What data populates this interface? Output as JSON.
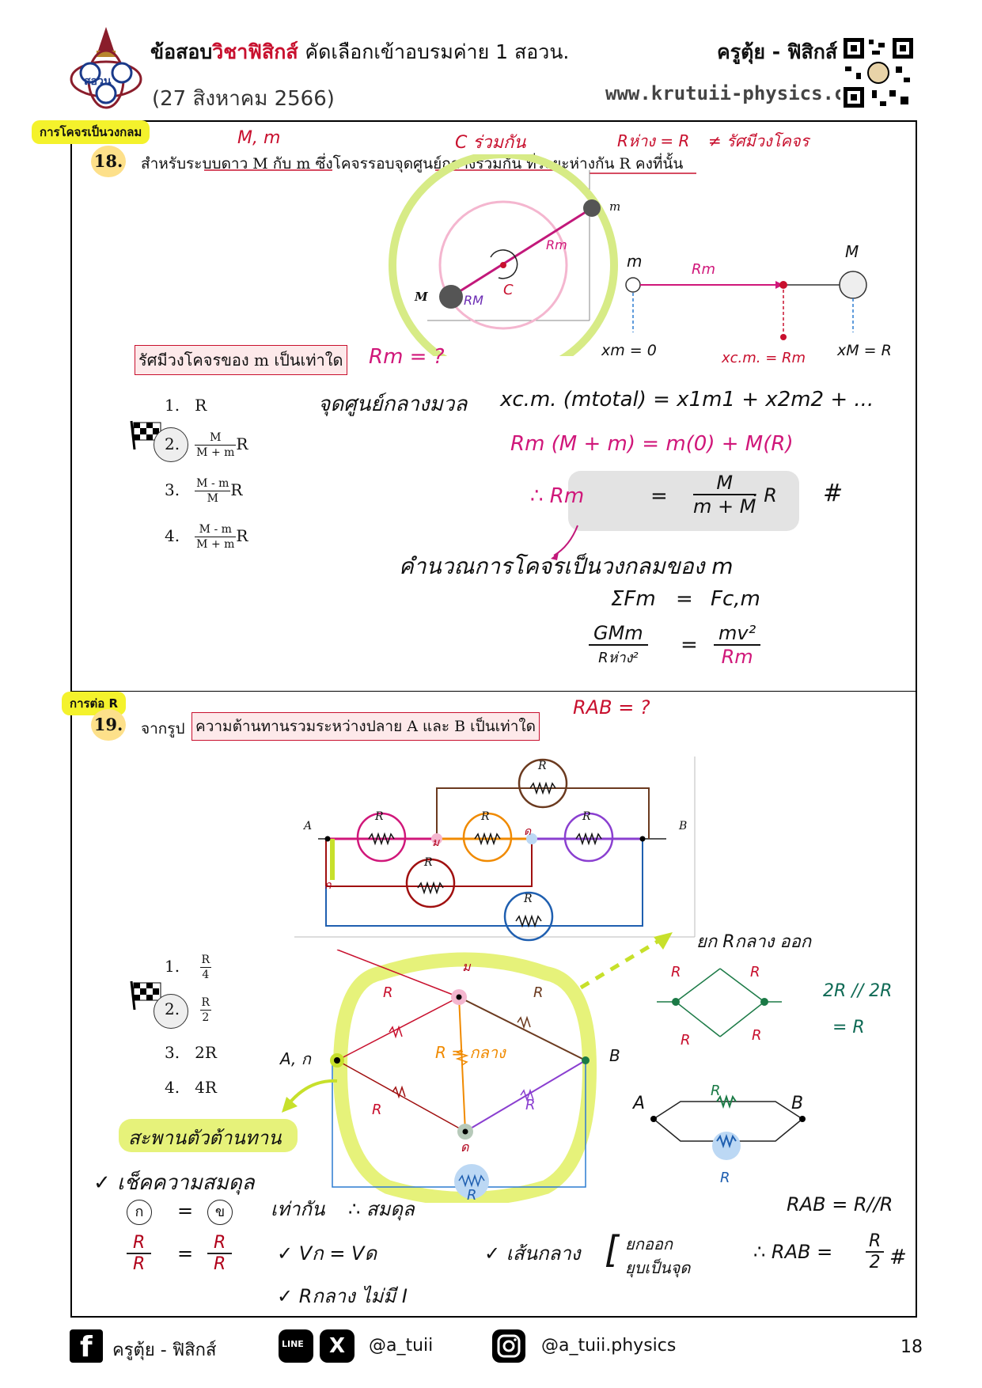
{
  "header": {
    "title_part1": "ข้อสอบ",
    "title_part2": "วิชาฟิสิกส์",
    "title_part3": "คัดเลือกเข้าอบรมค่าย 1 สอวน.",
    "date": "(27 สิงหาคม 2566)",
    "teacher": "ครูตุ้ย - ฟิสิกส์",
    "website": "www.krutuii-physics.com",
    "logo_text": "สอวน"
  },
  "q18": {
    "tag": "การโคจรเป็นวงกลม",
    "number": "18.",
    "text": "สำหรับระบบดาว M กับ m ซึ่งโคจรรอบจุดศูนย์กลางร่วมกัน ที่ระยะห่างกัน R คงที่นั้น",
    "note_mass": "M, m",
    "note_common": "C ร่วมกัน",
    "note_distance": "Rห่าง = R",
    "note_not_radius": "≠ รัศมีวงโคจร",
    "question_box": "รัศมีวงโคจรของ m เป็นเท่าใด",
    "question_note": "Rm = ?",
    "fig_labels": {
      "small_mass": "m",
      "big_mass": "M",
      "center": "C",
      "rm": "Rm",
      "rM": "RM"
    },
    "axis_labels": {
      "m_top": "m",
      "M_top": "M",
      "rm_mid": "Rm",
      "xm": "xm = 0",
      "xcm": "xc.m. = Rm",
      "xM": "xM = R"
    },
    "options": [
      {
        "num": "1.",
        "text": "R"
      },
      {
        "num": "2.",
        "frac_num": "M",
        "frac_den": "M + m",
        "tail": "R"
      },
      {
        "num": "3.",
        "frac_num": "M - m",
        "frac_den": "M",
        "tail": "R"
      },
      {
        "num": "4.",
        "frac_num": "M - m",
        "frac_den": "M + m",
        "tail": "R"
      }
    ],
    "work": {
      "cm_label": "จุดศูนย์กลางมวล",
      "eq1": "xc.m. (mtotal) = x1m1 + x2m2 + ...",
      "eq2": "Rm (M + m) = m(0) + M(R)",
      "result_lhs": "∴ Rm",
      "result_eq": "=",
      "result_num": "M",
      "result_den": "m + M",
      "result_tail": "· R",
      "calc_label": "คำนวณการโคจรเป็นวงกลมของ m",
      "f1_lhs": "ΣFm",
      "f1_rhs": "Fc,m",
      "f2_lhs_num": "GMm",
      "f2_lhs_den": "Rห่าง²",
      "f2_rhs_num": "mv²",
      "f2_rhs_den": "Rm"
    }
  },
  "q19": {
    "tag": "การต่อ R",
    "number": "19.",
    "text_prefix": "จากรูป",
    "text_box": "ความต้านทานรวมระหว่างปลาย A และ B เป็นเท่าใด",
    "question_note": "RAB = ?",
    "fig_labels": {
      "A": "A",
      "B": "B",
      "R": "R",
      "node_u": "ม",
      "node_d": "ด",
      "node_k": "ก"
    },
    "options": [
      {
        "num": "1.",
        "frac_num": "R",
        "frac_den": "4"
      },
      {
        "num": "2.",
        "frac_num": "R",
        "frac_den": "2"
      },
      {
        "num": "3.",
        "text": "2R"
      },
      {
        "num": "4.",
        "text": "4R"
      }
    ],
    "work": {
      "bridge_A": "A, ก",
      "bridge_B": "B",
      "bridge_mid": "R = กลาง",
      "node_u": "ม",
      "node_d": "ด",
      "r_label": "R",
      "remove_note": "ยก Rกลาง ออก",
      "parallel1": "2R // 2R",
      "parallel2": "= R",
      "balance_tag": "สะพานตัวต้านทาน",
      "check_balance": "✓ เช็คความสมดุล",
      "ratio_circ1": "ก",
      "ratio_circ2": "ข",
      "ratio_num": "R",
      "ratio_den": "R",
      "only": "เท่ากัน",
      "balanced": "∴ สมดุล",
      "v_eq": "✓ Vก = Vด",
      "mid_wire": "✓ เส้นกลาง",
      "mid_opt1": "ยกออก",
      "mid_opt2": "ยุบเป็นจุด",
      "no_current": "✓ Rกลาง ไม่มี I",
      "simple_A": "A",
      "simple_B": "B",
      "rab_par": "RAB = R//R",
      "rab_res_lhs": "∴ RAB =",
      "rab_res_num": "R",
      "rab_res_den": "2"
    }
  },
  "footer": {
    "facebook": "ครูตุ้ย - ฟิสิกส์",
    "line_x": "@a_tuii",
    "instagram": "@a_tuii.physics",
    "page": "18",
    "line_label": "LINE",
    "x_label": "X"
  },
  "colors": {
    "accent_red": "#c8102e",
    "highlight_yellow": "#f4f22c",
    "pink": "#d0177a",
    "green": "#1b7a46",
    "circle_yellow": "#fde08a"
  }
}
